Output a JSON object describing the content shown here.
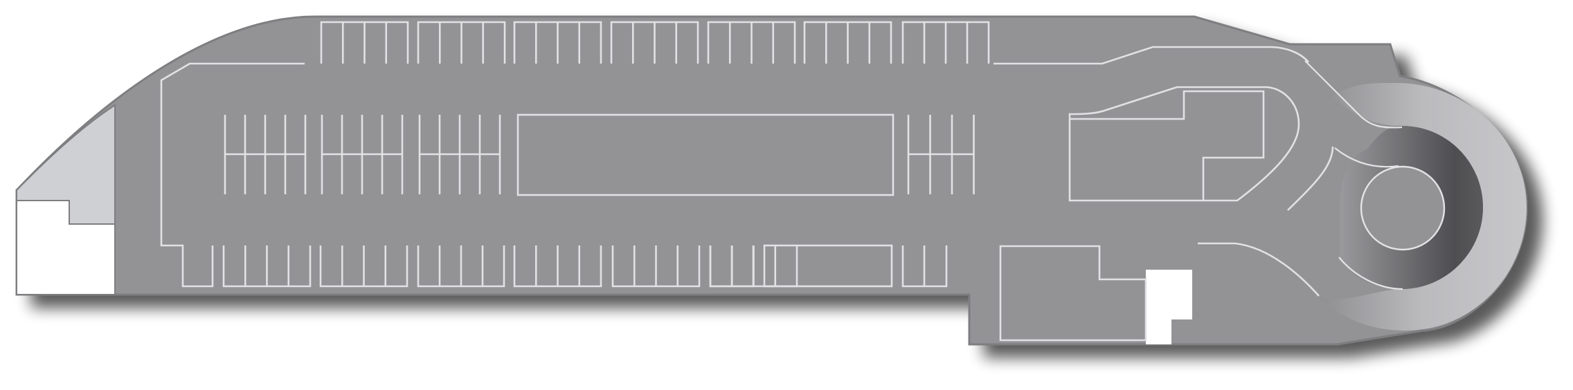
{
  "colors": {
    "background": "#ffffff",
    "floor": "#939396",
    "floor_light": "#cfd0d3",
    "void": "#ffffff",
    "markings": "#e2e2e4",
    "shadow": "#7d7d80",
    "ramp_light": "#c8c8cb",
    "ramp_dark": "#58585b"
  },
  "parking_rows": {
    "top_groups": 7,
    "top_stalls_per_group": 4,
    "middle_left_double_rows": 3,
    "middle_right_double_rows": 1,
    "bottom_groups": 9
  }
}
